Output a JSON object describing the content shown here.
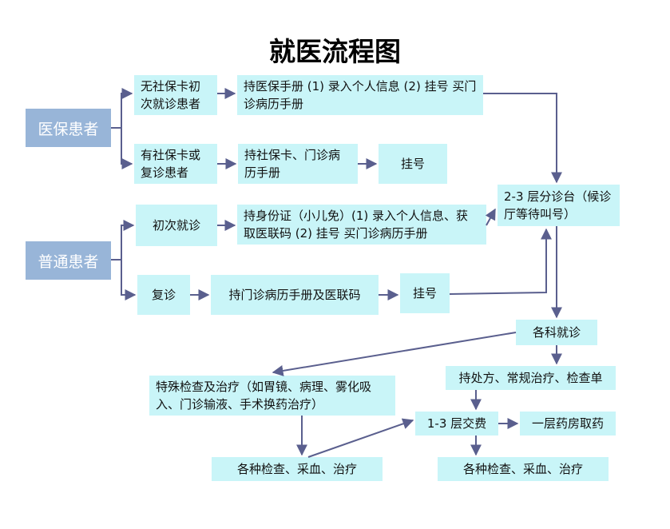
{
  "title": "就医流程图",
  "colors": {
    "box_fill": "#c9f5f8",
    "category_fill": "#98b5d8",
    "arrow": "#5a5f8e"
  },
  "categories": {
    "insured": "医保患者",
    "regular": "普通患者"
  },
  "nodes": {
    "no_card_first": "无社保卡初次就诊患者",
    "with_card_return": "有社保卡或复诊患者",
    "insured_first_steps": "持医保手册 (1) 录入个人信息 (2) 挂号 买门诊病历手册",
    "insured_card_steps": "持社保卡、门诊病历手册",
    "insured_register": "挂号",
    "triage": "2-3 层分诊台（候诊厅等待叫号）",
    "regular_first": "初次就诊",
    "regular_first_steps": "持身份证（小儿免）(1) 录入个人信息、获取医联码 (2) 挂号 买门诊病历手册",
    "regular_return": "复诊",
    "regular_return_steps": "持门诊病历手册及医联码",
    "regular_register": "挂号",
    "departments": "各科就诊",
    "special_exam": "特殊检查及治疗（如胃镜、病理、雾化吸入、门诊输液、手术换药治疗）",
    "prescription": "持处方、常规治疗、检查单",
    "payment": "1-3 层交费",
    "pharmacy": "一层药房取药",
    "tests_left": "各种检查、采血、治疗",
    "tests_right": "各种检查、采血、治疗"
  }
}
